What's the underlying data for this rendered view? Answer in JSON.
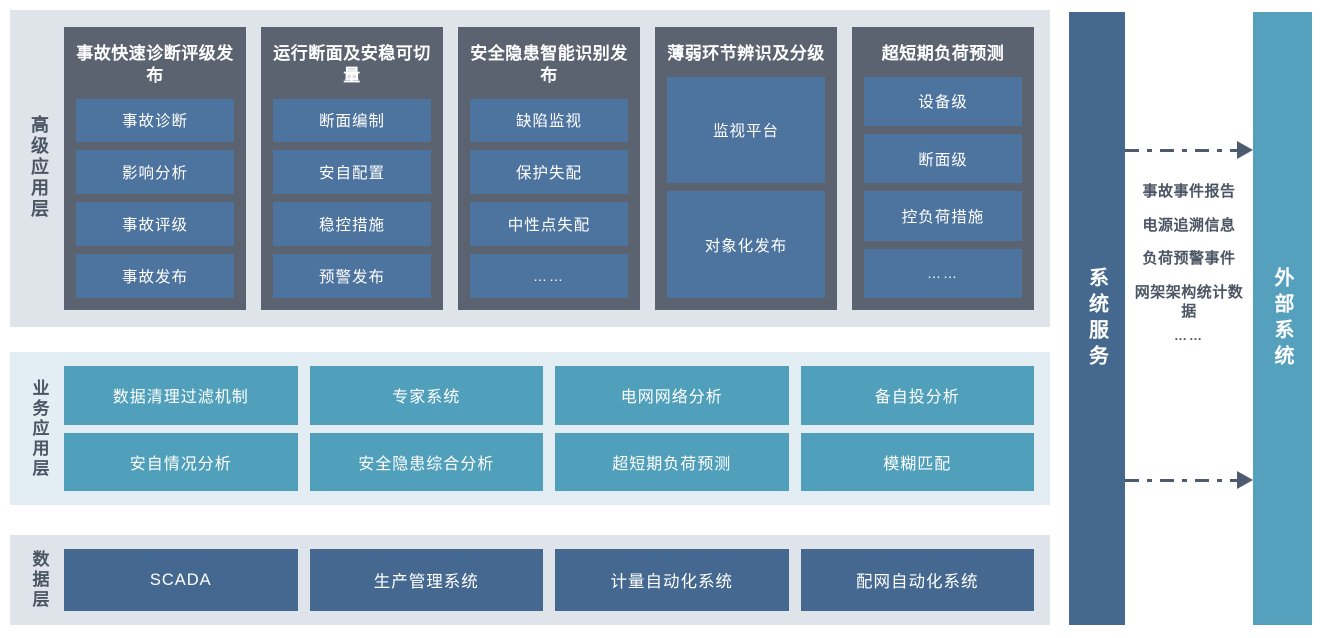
{
  "colors": {
    "panel_light": "#dfe3ea",
    "panel_teal": "#e2eef4",
    "card_dark": "#5b6371",
    "item_blue": "#4d739f",
    "item_teal": "#51a0bb",
    "item_navy": "#44688f",
    "bar_system": "#45688f",
    "bar_external": "#55a0bd",
    "arrow": "#4d5b6e",
    "label_text": "#4b5563"
  },
  "layers": {
    "advanced": {
      "label": "高级应用层",
      "cards": [
        {
          "title": "事故快速诊断评级发布",
          "items": [
            "事故诊断",
            "影响分析",
            "事故评级",
            "事故发布"
          ]
        },
        {
          "title": "运行断面及安稳可切量",
          "items": [
            "断面编制",
            "安自配置",
            "稳控措施",
            "预警发布"
          ]
        },
        {
          "title": "安全隐患智能识别发布",
          "items": [
            "缺陷监视",
            "保护失配",
            "中性点失配",
            "……"
          ]
        },
        {
          "title": "薄弱环节辨识及分级",
          "items": [
            "监视平台",
            "对象化发布"
          ]
        },
        {
          "title": "超短期负荷预测",
          "items": [
            "设备级",
            "断面级",
            "控负荷措施",
            "……"
          ]
        }
      ]
    },
    "business": {
      "label": "业务应用层",
      "items": [
        "数据清理过滤机制",
        "专家系统",
        "电网网络分析",
        "备自投分析",
        "安自情况分析",
        "安全隐患综合分析",
        "超短期负荷预测",
        "模糊匹配"
      ]
    },
    "data": {
      "label": "数据层",
      "items": [
        "SCADA",
        "生产管理系统",
        "计量自动化系统",
        "配网自动化系统"
      ]
    }
  },
  "side": {
    "system_service_label": "系统服务",
    "external_system_label": "外部系统",
    "flow_labels": [
      "事故事件报告",
      "电源追溯信息",
      "负荷预警事件",
      "网架架构统计数据",
      "……"
    ]
  }
}
